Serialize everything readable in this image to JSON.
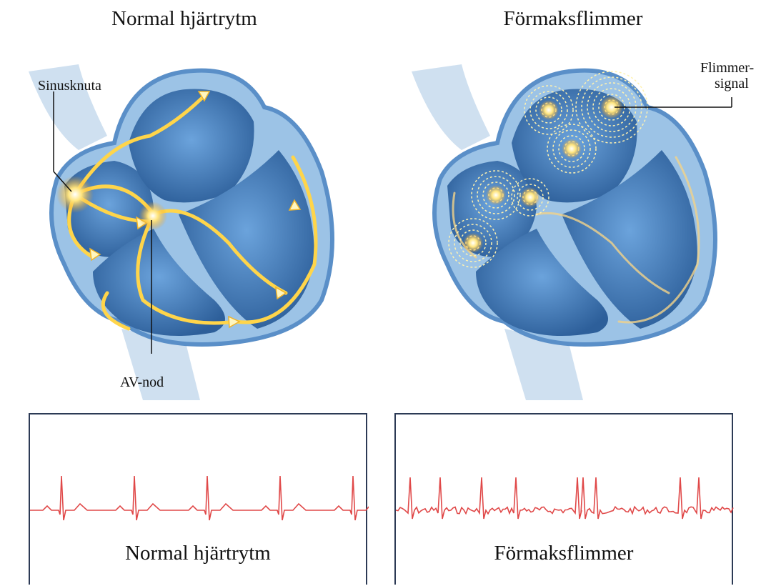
{
  "titles": {
    "normal": "Normal hjärtrytm",
    "afib": "Förmaksflimmer"
  },
  "callouts": {
    "sinus_node": "Sinusknuta",
    "av_node": "AV-nod",
    "fibrillation_signal_line1": "Flimmer-",
    "fibrillation_signal_line2": "signal"
  },
  "ecg": {
    "normal_label": "Normal hjärtrytm",
    "afib_label": "Förmaksflimmer"
  },
  "colors": {
    "heart_blue": "#4a86c5",
    "heart_dark": "#2d5f9a",
    "vessel_light": "#cfe0f0",
    "signal_yellow": "#ffd54a",
    "signal_orange": "#f39c12",
    "ecg_red": "#e04848",
    "frame": "#2c3a55"
  }
}
